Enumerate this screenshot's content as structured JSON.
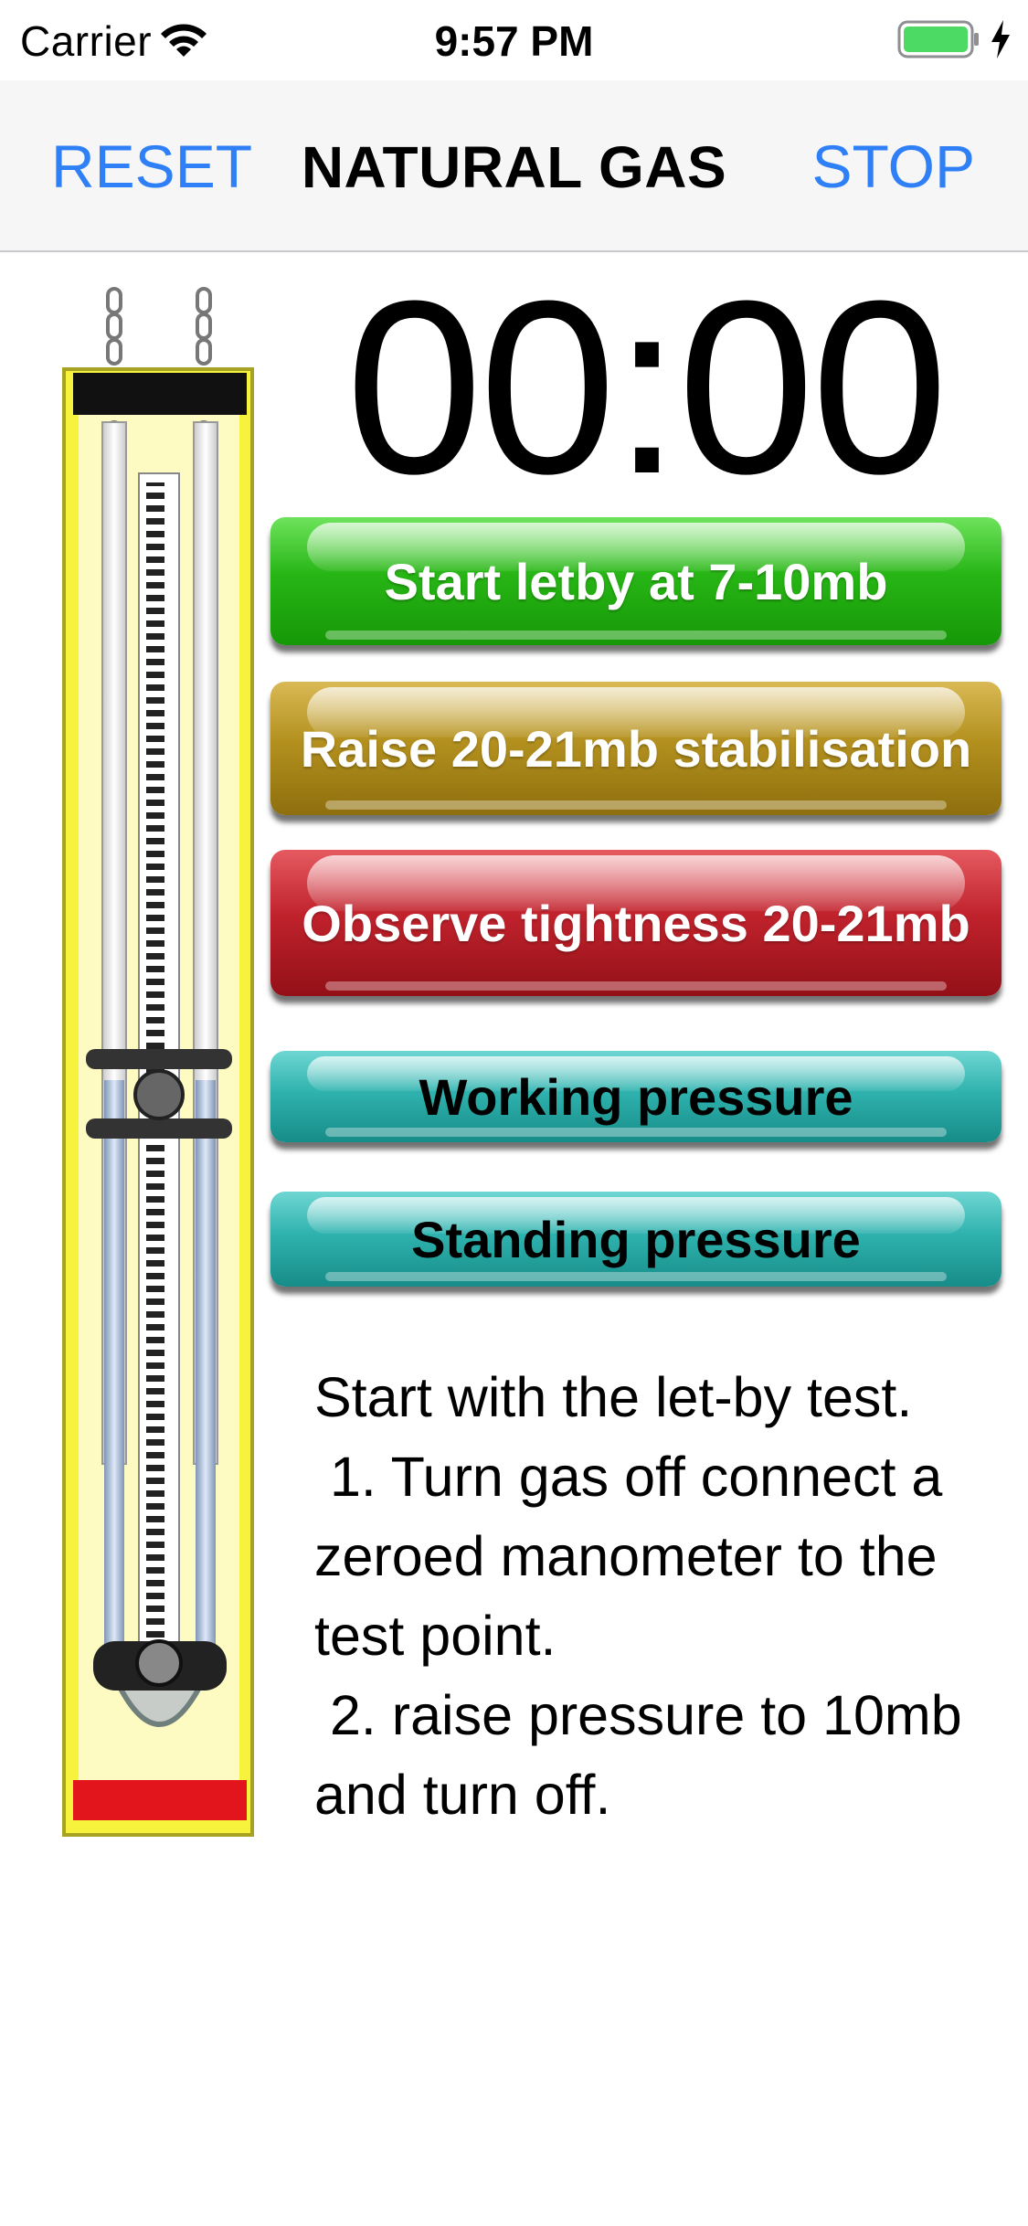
{
  "status_bar": {
    "carrier": "Carrier",
    "time": "9:57 PM",
    "icons": [
      "wifi-icon",
      "battery-icon",
      "charging-bolt-icon"
    ]
  },
  "nav": {
    "left_button": "RESET",
    "title": "NATURAL GAS",
    "right_button": "STOP"
  },
  "timer": "00:00",
  "buttons": {
    "letby": "Start letby at 7-10mb",
    "stabilisation": "Raise 20-21mb stabilisation",
    "tightness": "Observe tightness 20-21mb",
    "working": "Working pressure",
    "standing": "Standing pressure"
  },
  "instructions": "Start with the let-by test.\n 1. Turn gas off connect a zeroed manometer to the test point.\n 2. raise pressure to 10mb and turn off.",
  "colors": {
    "accent": "#2f80f7",
    "green_button": "#27b515",
    "gold_button": "#b3901e",
    "red_button": "#c0222c",
    "teal_button": "#2fb2ae",
    "manometer_frame": "#f7f23c"
  }
}
